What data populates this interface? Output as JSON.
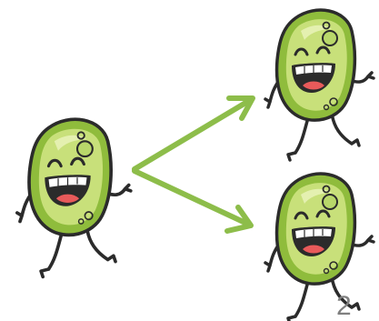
{
  "slide": {
    "page_number": "2"
  },
  "diagram": {
    "type": "binary-fission",
    "parent_count": 1,
    "daughter_count": 2
  },
  "colors": {
    "cell_outline": "#2b2b2b",
    "cell_outer": "#8fbc3c",
    "cell_inner": "#c8e07a",
    "cell_highlight": "#e4f0b0",
    "nucleus": "#b9d86a",
    "mouth": "#2b2b2b",
    "teeth": "#ffffff",
    "tongue": "#e85a5a",
    "arrow": "#8dbd4a",
    "page_number": "#7f7f7f"
  },
  "icons": {
    "cell": "bacterium-cartoon-icon",
    "arrow": "arrow-right-icon"
  }
}
